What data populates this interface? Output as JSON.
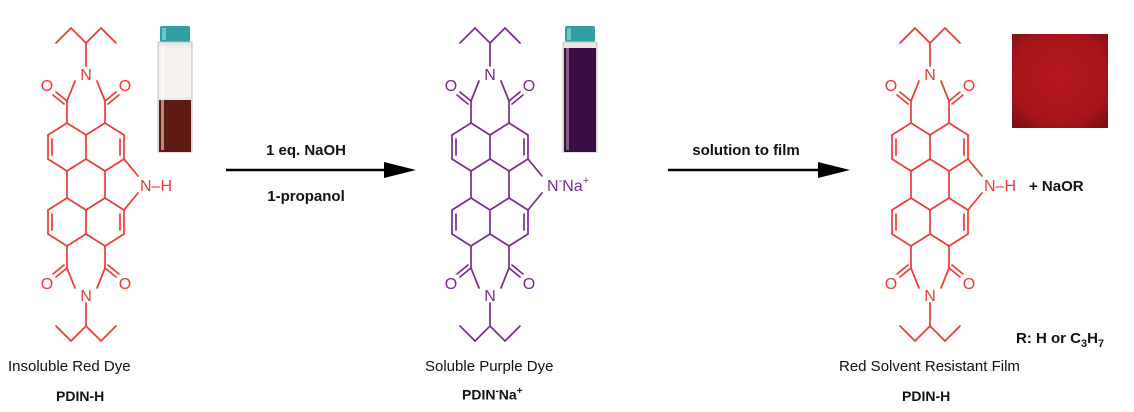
{
  "molecule_left": {
    "atoms": {
      "o": "O",
      "n": "N",
      "nh": "N–H"
    },
    "caption": "Insoluble Red Dye",
    "name": "PDIN-H",
    "color": "#ee3a32",
    "vial_color": "#5e1b14"
  },
  "reaction_1": {
    "above": "1 eq. NaOH",
    "below": "1-propanol"
  },
  "molecule_middle": {
    "atoms": {
      "o": "O",
      "n": "N",
      "anion": "N",
      "minus": "-",
      "cation": "Na",
      "plus": "+"
    },
    "caption": "Soluble Purple Dye",
    "name_a": "PDIN",
    "name_minus": "-",
    "name_b": "Na",
    "name_plus": "+",
    "color": "#7b2a91",
    "vial_color": "#3a0f45"
  },
  "reaction_2": {
    "above": "solution to film"
  },
  "molecule_right": {
    "atoms": {
      "o": "O",
      "n": "N",
      "nh": "N–H"
    },
    "byproduct": "+ NaOR",
    "r_def_a": "R: H or C",
    "r_sub_3": "3",
    "r_mid": "H",
    "r_sub_7": "7",
    "caption": "Red Solvent Resistant Film",
    "name": "PDIN-H",
    "color": "#ee3a32",
    "film_color": "#a8141a"
  }
}
